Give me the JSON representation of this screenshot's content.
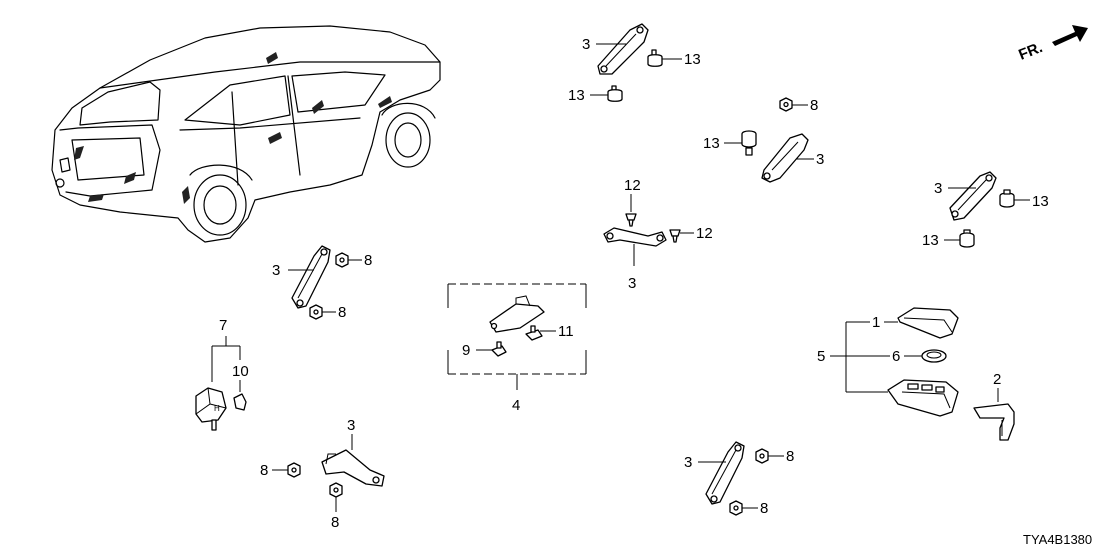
{
  "diagram": {
    "direction_label": "FR.",
    "drawing_code": "TYA4B1380",
    "callouts": {
      "c1": "1",
      "c2": "2",
      "c3a": "3",
      "c3b": "3",
      "c3c": "3",
      "c3d": "3",
      "c3e": "3",
      "c3f": "3",
      "c3g": "3",
      "c4": "4",
      "c5": "5",
      "c6": "6",
      "c7": "7",
      "c8a": "8",
      "c8b": "8",
      "c8c": "8",
      "c8d": "8",
      "c8e": "8",
      "c8f": "8",
      "c8g": "8",
      "c9": "9",
      "c10": "10",
      "c11": "11",
      "c12a": "12",
      "c12b": "12",
      "c13a": "13",
      "c13b": "13",
      "c13c": "13",
      "c13d": "13",
      "c13e": "13"
    }
  }
}
